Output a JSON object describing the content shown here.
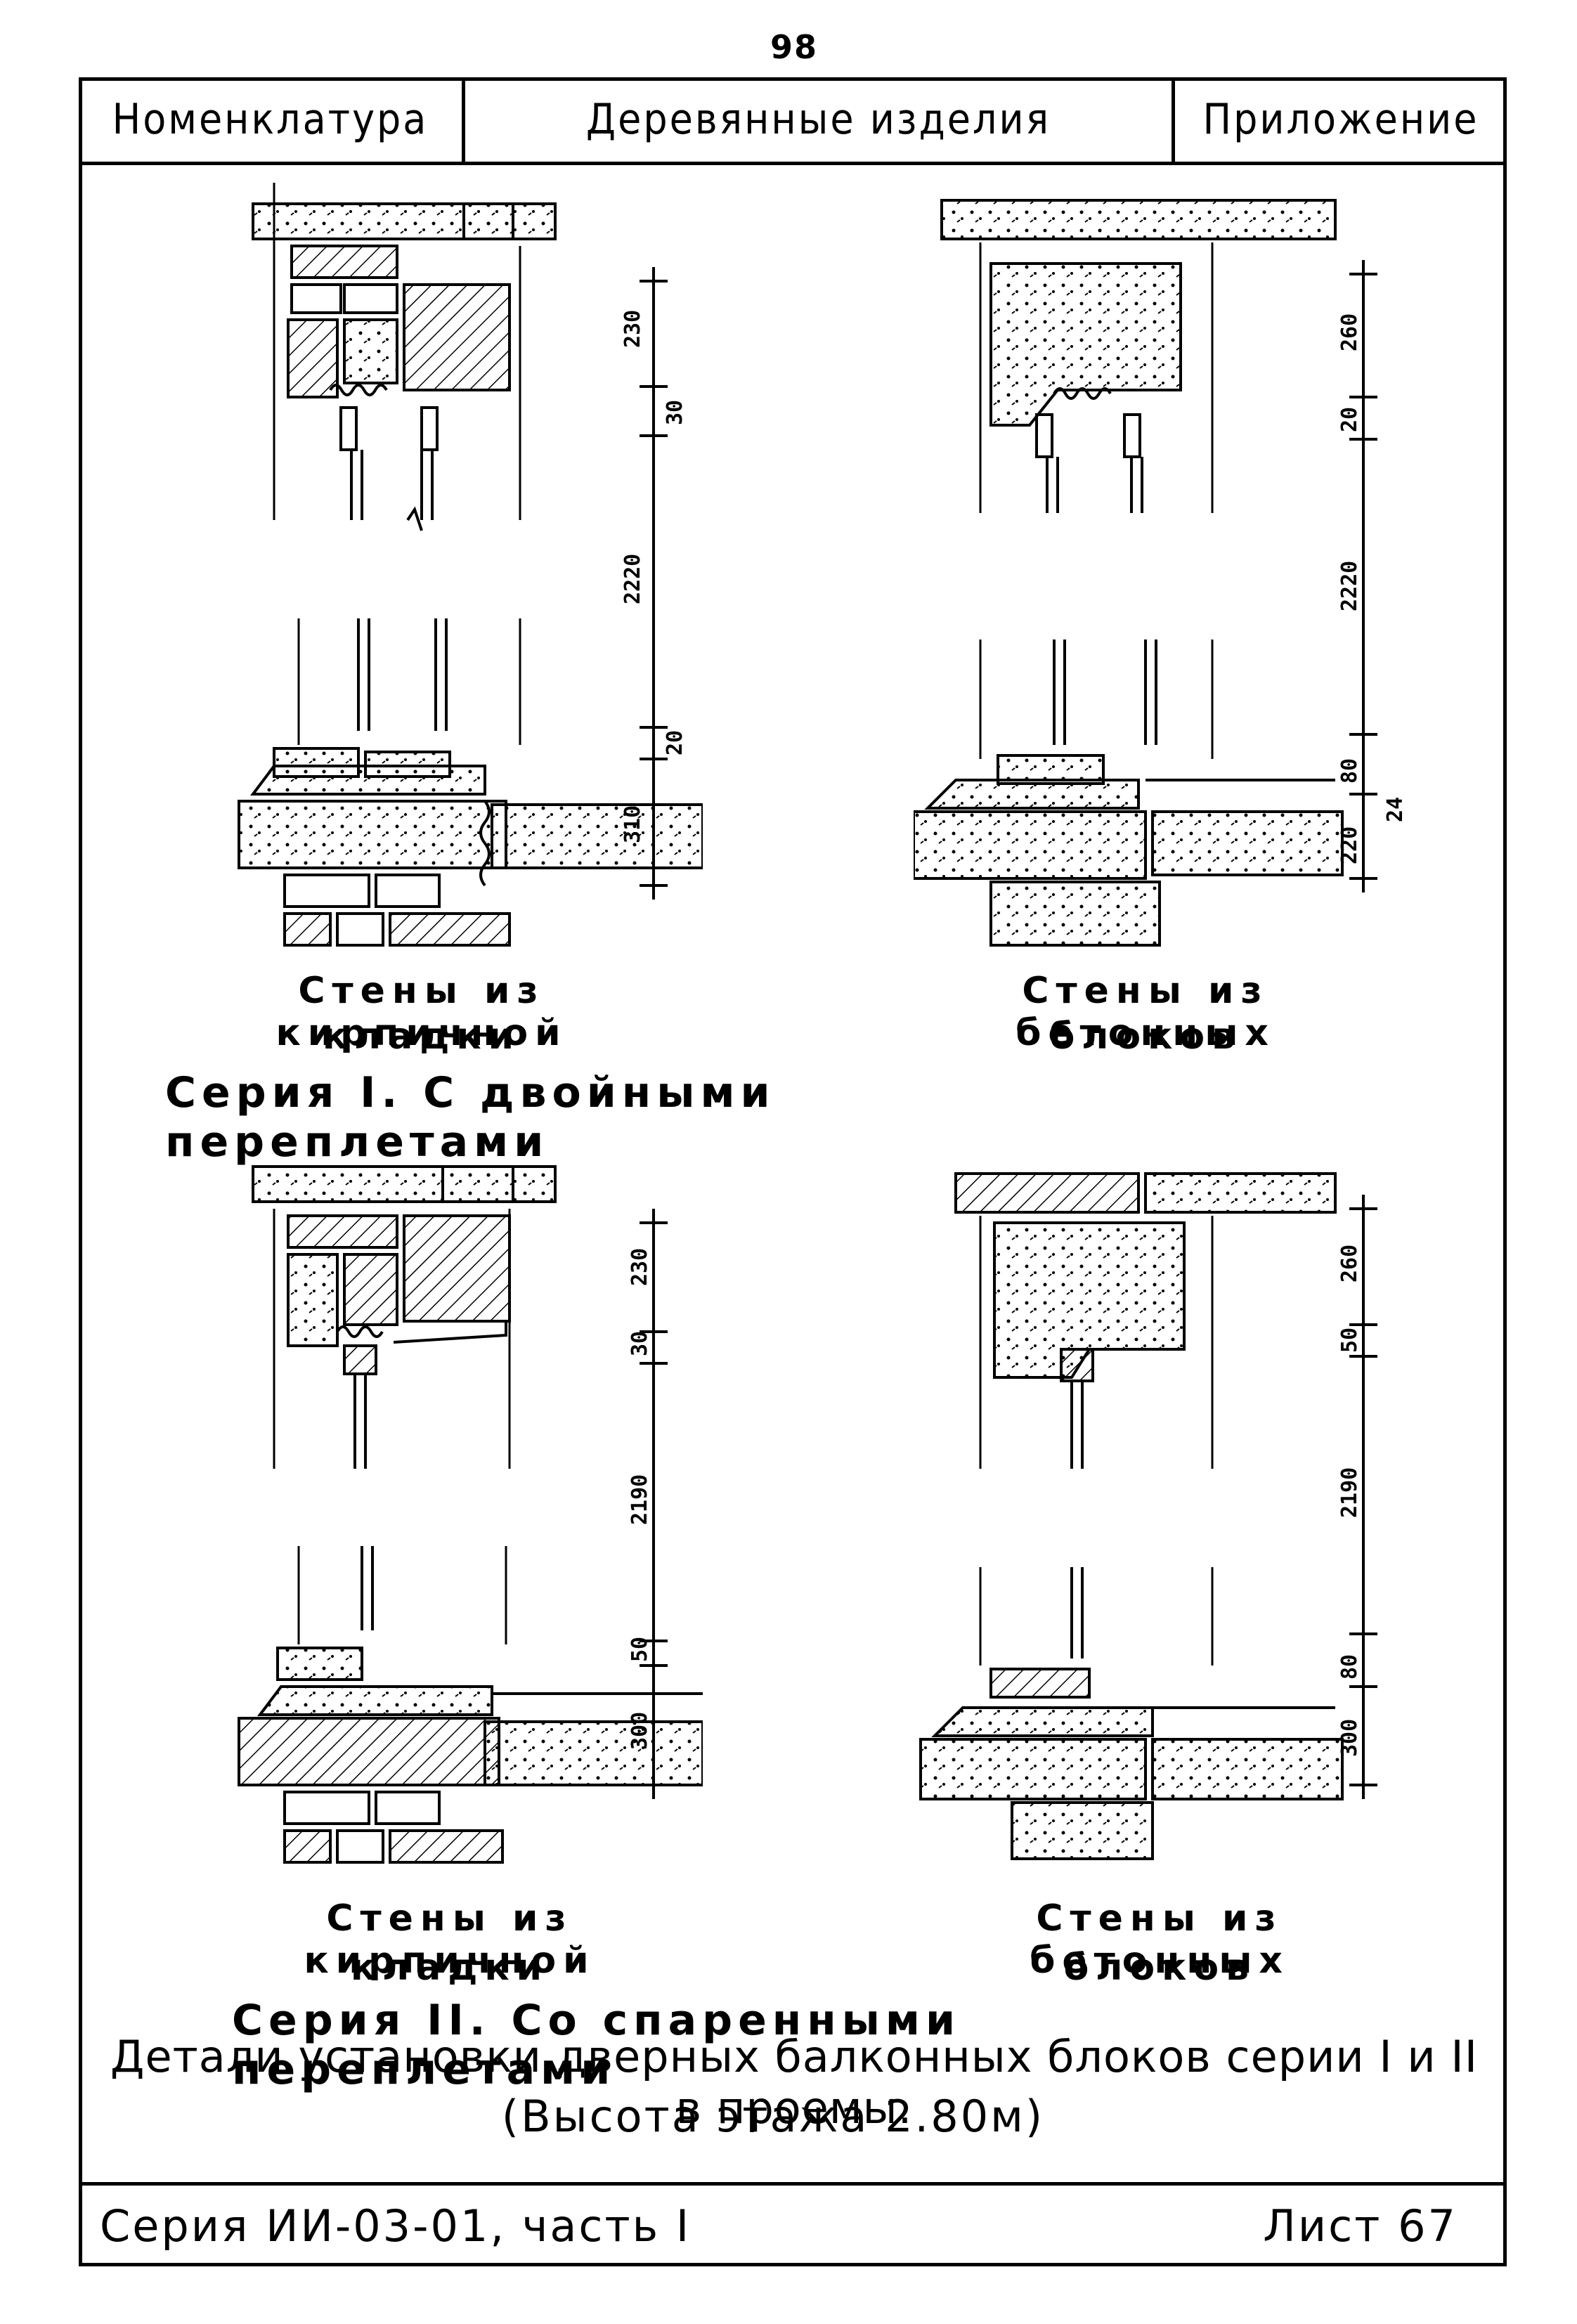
{
  "page_number": "98",
  "header": {
    "nomenclature": "Номенклатура",
    "category": "Деревянные изделия",
    "appendix": "Приложение"
  },
  "series1": {
    "left_caption_1": "Стены из кирпичной",
    "left_caption_2": "кладки",
    "right_caption_1": "Стены из бетонных",
    "right_caption_2": "блоков",
    "label": "Серия I. С двойными переплетами",
    "left_dims": [
      "230",
      "30",
      "2220",
      "20",
      "310"
    ],
    "right_dims": [
      "260",
      "20",
      "2220",
      "80",
      "220",
      "24"
    ]
  },
  "series2": {
    "left_caption_1": "Стены из кирпичной",
    "left_caption_2": "кладки",
    "right_caption_1": "Стены из бетонных",
    "right_caption_2": "блоков",
    "label": "Серия II. Со спаренными переплетами",
    "left_dims": [
      "230",
      "30",
      "2190",
      "50",
      "300"
    ],
    "right_dims": [
      "260",
      "50",
      "2190",
      "80",
      "300"
    ]
  },
  "title": "Детали установки дверных балконных блоков серии I и II в проемы.",
  "subtitle": "(Высота этажа 2.80м)",
  "footer": {
    "series": "Серия ИИ-03-01, часть I",
    "sheet": "Лист 67"
  }
}
